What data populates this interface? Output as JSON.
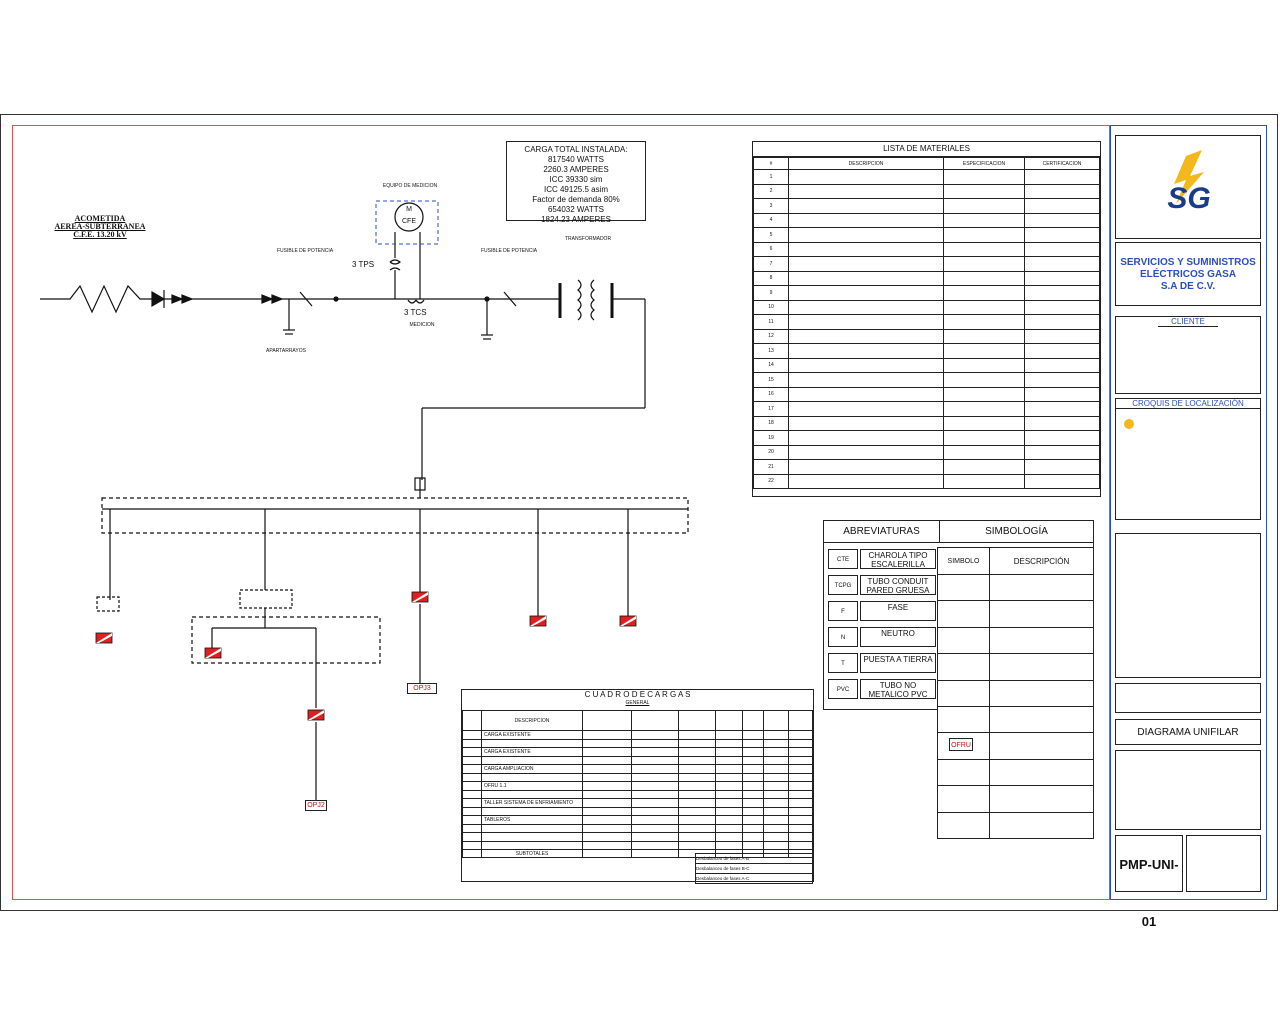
{
  "colors": {
    "border_accent": "#e05050",
    "title_blue": "#2a4fc4",
    "symbol_red": "#e02020",
    "logo_blue": "#1a3a8a",
    "logo_yellow": "#f2b81c"
  },
  "acometida": {
    "line1": "ACOMETIDA",
    "line2": "AEREA-SUBTERRANEA",
    "line3": "C.F.E. 13.20 kV"
  },
  "carga_total": {
    "title": "CARGA TOTAL INSTALADA:",
    "lines": [
      "817540 WATTS",
      "2260.3 AMPERES",
      "ICC 39330 sim",
      "ICC 49125.5 asim",
      "Factor de demanda 80%",
      "654032 WATTS",
      "1824.23 AMPERES"
    ]
  },
  "diagram_labels": {
    "tps": "3 TPS",
    "tcs": "3 TCS",
    "cfe_m": "M",
    "cfe": "CFE",
    "equipo_medicion": "EQUIPO DE MEDICION",
    "fusible1": "FUSIBLE DE POTENCIA",
    "fusible2": "FUSIBLE DE POTENCIA",
    "medicion": "MEDICION",
    "apartarrayos": "APARTARRAYOS",
    "transformador": "TRANSFORMADOR",
    "op_j3": "OPJ3",
    "op_j2": "OPJ2"
  },
  "lista_materiales": {
    "title": "LISTA DE MATERIALES",
    "headers": [
      "#",
      "DESCRIPCION",
      "ESPECIFICACION",
      "CERTIFICACION"
    ],
    "rows": [
      "1",
      "2",
      "3",
      "4",
      "5",
      "6",
      "7",
      "8",
      "9",
      "10",
      "11",
      "12",
      "13",
      "14",
      "15",
      "16",
      "17",
      "18",
      "19",
      "20",
      "21",
      "22"
    ]
  },
  "abreviaturas": {
    "title": "ABREVIATURAS",
    "items": [
      {
        "code": "CTE",
        "text": "CHAROLA TIPO ESCALERILLA"
      },
      {
        "code": "TCPG",
        "text": "TUBO CONDUIT PARED GRUESA"
      },
      {
        "code": "F",
        "text": "FASE"
      },
      {
        "code": "N",
        "text": "NEUTRO"
      },
      {
        "code": "T",
        "text": "PUESTA A TIERRA"
      },
      {
        "code": "PVC",
        "text": "TUBO NO METALICO PVC"
      }
    ]
  },
  "simbologia": {
    "title": "SIMBOLOGÍA",
    "col1": "SIMBOLO",
    "col2": "DESCRIPCIÓN",
    "ofr_label": "OFRU"
  },
  "cuadro_cargas": {
    "title": "C U A D R O   D E   C A R G A S",
    "subtitle": "GENERAL",
    "col_descripcion": "DESCRIPCION",
    "rows": [
      "CARGA EXISTENTE",
      "CARGA EXISTENTE",
      "CARGA AMPLIACION",
      "OFRU 1.1",
      "TALLER SISTEMA DE ENFRIAMIENTO",
      "TABLEROS"
    ],
    "subtotal": "SUBTOTALES",
    "desb1": "Desbalanceo de fases A-B",
    "desb2": "Desbalanceo de fases B-C",
    "desb3": "Desbalanceo de fases A-C"
  },
  "title_block": {
    "company_l1": "SERVICIOS Y SUMINISTROS",
    "company_l2": "ELÉCTRICOS GASA",
    "company_l3": "S.A DE C.V.",
    "cliente": "CLIENTE",
    "croquis": "CROQUIS DE LOCALIZACIÓN",
    "diagrama": "DIAGRAMA UNIFILAR",
    "plano": "PMP-UNI-01",
    "logo_text": "SG"
  }
}
